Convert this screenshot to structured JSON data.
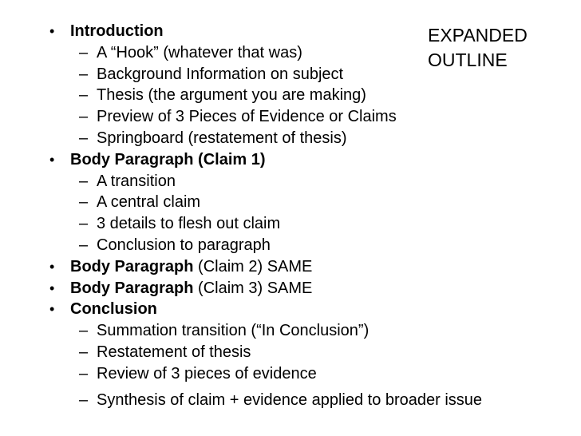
{
  "slide": {
    "background_color": "#ffffff",
    "text_color": "#000000"
  },
  "title": {
    "line1": "EXPANDED",
    "line2": "OUTLINE"
  },
  "outline": {
    "bullet_char": "•",
    "dash_char": "–",
    "items": [
      {
        "level": 1,
        "runs": [
          {
            "text": "Introduction",
            "bold": true
          }
        ]
      },
      {
        "level": 2,
        "runs": [
          {
            "text": "A “Hook” (whatever that was)",
            "bold": false
          }
        ]
      },
      {
        "level": 2,
        "runs": [
          {
            "text": "Background Information on subject",
            "bold": false
          }
        ]
      },
      {
        "level": 2,
        "runs": [
          {
            "text": "Thesis (the argument you are making)",
            "bold": false
          }
        ]
      },
      {
        "level": 2,
        "runs": [
          {
            "text": "Preview of 3 Pieces of Evidence or Claims",
            "bold": false
          }
        ]
      },
      {
        "level": 2,
        "runs": [
          {
            "text": "Springboard (restatement of thesis)",
            "bold": false
          }
        ]
      },
      {
        "level": 1,
        "runs": [
          {
            "text": "Body Paragraph (Claim 1)",
            "bold": true
          }
        ]
      },
      {
        "level": 2,
        "runs": [
          {
            "text": "A transition",
            "bold": false
          }
        ]
      },
      {
        "level": 2,
        "runs": [
          {
            "text": "A central claim",
            "bold": false
          }
        ]
      },
      {
        "level": 2,
        "runs": [
          {
            "text": "3 details to flesh out claim",
            "bold": false
          }
        ]
      },
      {
        "level": 2,
        "runs": [
          {
            "text": "Conclusion to paragraph",
            "bold": false
          }
        ]
      },
      {
        "level": 1,
        "runs": [
          {
            "text": "Body Paragraph ",
            "bold": true
          },
          {
            "text": "(Claim 2) SAME",
            "bold": false
          }
        ]
      },
      {
        "level": 1,
        "runs": [
          {
            "text": "Body Paragraph ",
            "bold": true
          },
          {
            "text": "(Claim 3) SAME",
            "bold": false
          }
        ]
      },
      {
        "level": 1,
        "runs": [
          {
            "text": "Conclusion",
            "bold": true
          }
        ]
      },
      {
        "level": 2,
        "runs": [
          {
            "text": "Summation transition (“In Conclusion”)",
            "bold": false
          }
        ]
      },
      {
        "level": 2,
        "runs": [
          {
            "text": "Restatement of thesis",
            "bold": false
          }
        ]
      },
      {
        "level": 2,
        "runs": [
          {
            "text": "Review of 3 pieces of evidence",
            "bold": false
          }
        ]
      },
      {
        "level": 2,
        "runs": [
          {
            "text": "Synthesis of claim + evidence applied to broader issue",
            "bold": false
          }
        ],
        "extra_gap": true
      }
    ]
  }
}
